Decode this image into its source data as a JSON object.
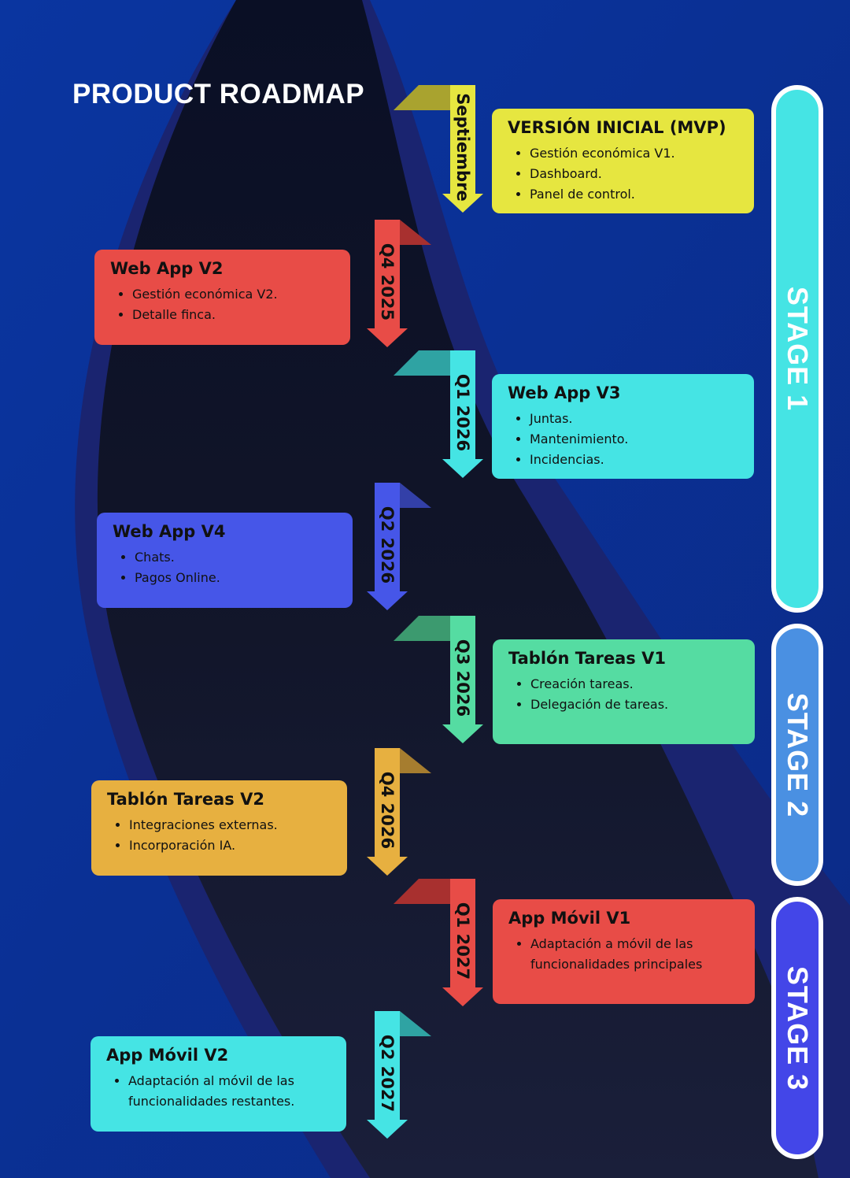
{
  "title": "PRODUCT ROADMAP",
  "milestones": [
    {
      "period": "Septiembre",
      "side": "right",
      "color": "#e6e640",
      "dark": "#a9a32f",
      "card": {
        "title": "VERSIÓN INICIAL (MVP)",
        "items": [
          "Gestión económica V1.",
          "Dashboard.",
          "Panel de control."
        ]
      }
    },
    {
      "period": "Q4 2025",
      "side": "left",
      "color": "#e84c47",
      "dark": "#a8302f",
      "card": {
        "title": "Web App V2",
        "items": [
          "Gestión económica V2.",
          "Detalle finca."
        ]
      }
    },
    {
      "period": "Q1 2026",
      "side": "right",
      "color": "#45e4e4",
      "dark": "#2fa3a3",
      "card": {
        "title": "Web App V3",
        "items": [
          "Juntas.",
          "Mantenimiento.",
          "Incidencias."
        ]
      }
    },
    {
      "period": "Q2 2026",
      "side": "left",
      "color": "#4656e8",
      "dark": "#3340a8",
      "card": {
        "title": "Web App V4",
        "items": [
          "Chats.",
          "Pagos Online."
        ]
      }
    },
    {
      "period": "Q3 2026",
      "side": "right",
      "color": "#55dca2",
      "dark": "#3c9a6f",
      "card": {
        "title": "Tablón Tareas V1",
        "items": [
          "Creación tareas.",
          "Delegación de tareas."
        ]
      }
    },
    {
      "period": "Q4 2026",
      "side": "left",
      "color": "#e7b040",
      "dark": "#a67d2f",
      "card": {
        "title": "Tablón Tareas V2",
        "items": [
          "Integraciones externas.",
          "Incorporación IA."
        ]
      }
    },
    {
      "period": "Q1  2027",
      "side": "right",
      "color": "#e84c47",
      "dark": "#a8302f",
      "card": {
        "title": "App Móvil V1",
        "items": [
          "Adaptación a móvil de las funcionalidades principales"
        ]
      }
    },
    {
      "period": "Q2  2027",
      "side": "left",
      "color": "#45e4e4",
      "dark": "#2fa3a3",
      "card": {
        "title": "App Móvil V2",
        "items": [
          "Adaptación al móvil de las funcionalidades restantes."
        ]
      }
    }
  ],
  "stages": [
    {
      "label": "STAGE 1",
      "color": "#45e4e4"
    },
    {
      "label": "STAGE 2",
      "color": "#4a90e2"
    },
    {
      "label": "STAGE 3",
      "color": "#4346e8"
    }
  ]
}
